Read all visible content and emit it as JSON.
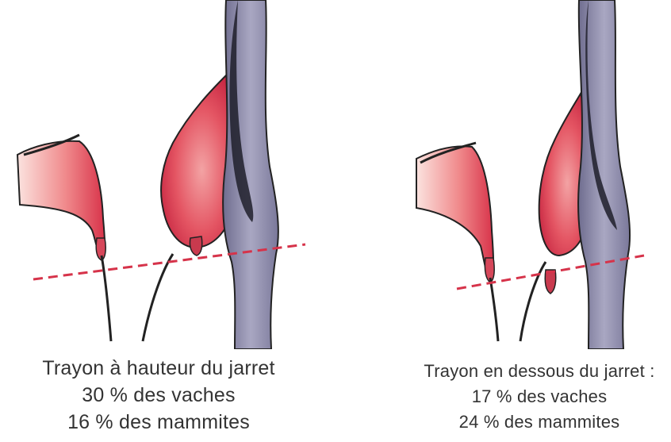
{
  "figure": {
    "left_panel": {
      "caption_line1": "Trayon à hauteur du jarret",
      "caption_line2": "30 % des vaches",
      "caption_line3": "16 % des mammites"
    },
    "right_panel": {
      "caption_line1": "Trayon en dessous du jarret :",
      "caption_line2": "17 % des vaches",
      "caption_line3": "24 % des mammites"
    }
  },
  "colors": {
    "udder_red": "#e0424f",
    "udder_pink": "#f6c4c0",
    "leg_gray": "#8f8dab",
    "outline": "#1a1a1a",
    "hock_line": "#d6334a"
  }
}
